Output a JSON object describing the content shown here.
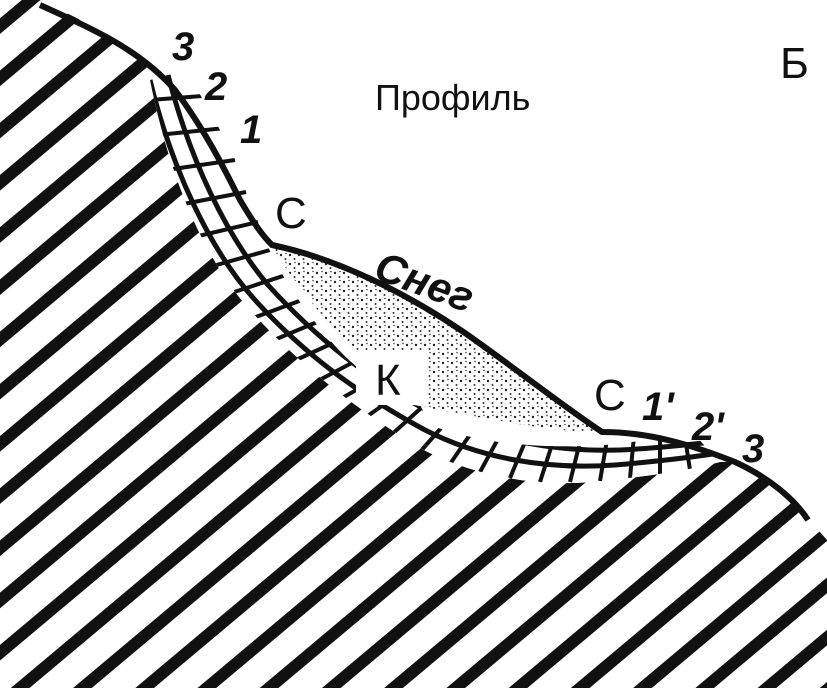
{
  "title": "Профиль",
  "corner_letter": "Б",
  "snow_label": "Снег",
  "labels": {
    "c_left": "С",
    "c_right": "С",
    "k": "К",
    "left_levels": [
      "3",
      "2",
      "1"
    ],
    "right_levels": [
      "1'",
      "2'",
      "3"
    ]
  },
  "colors": {
    "ink": "#111111",
    "paper": "#ffffff",
    "snow": "#d9d9d9"
  }
}
